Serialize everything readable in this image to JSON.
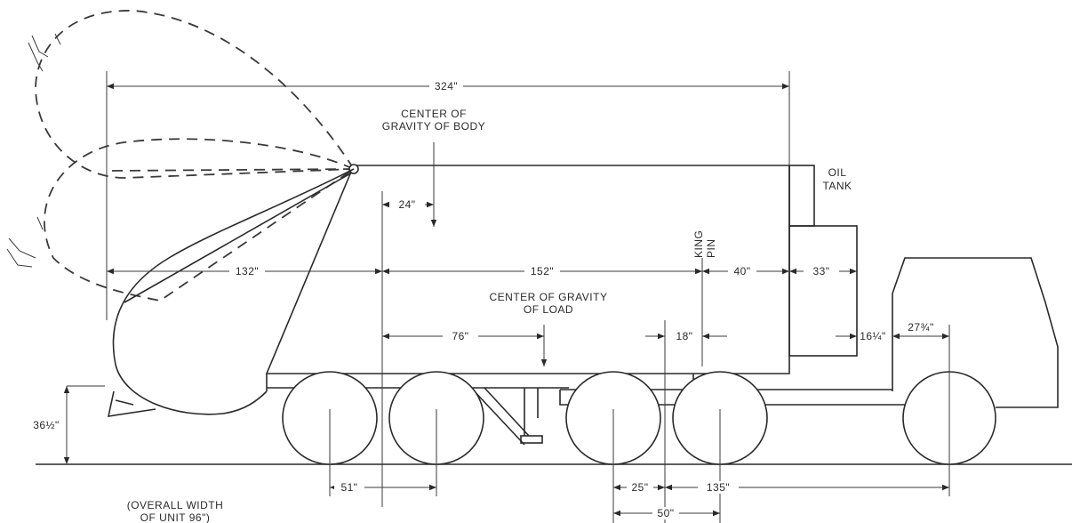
{
  "dimensions": {
    "overall_length": "324\"",
    "body_cg_offset": "24\"",
    "rear_to_body_cg": "132\"",
    "body_cg_to_king_pin": "152\"",
    "king_pin_to_tank": "40\"",
    "tank_box_width": "33\"",
    "load_cg_offset": "76\"",
    "king_pin_offset": "18\"",
    "cab_offset": "16¼\"",
    "cab_to_front_axle": "27¾\"",
    "rear_height": "36½\"",
    "rear_axle_spread": "51\"",
    "tractor_axle_spread": "25\"",
    "wheelbase": "135\"",
    "drive_span": "50\""
  },
  "labels": {
    "cg_body_line1": "CENTER OF",
    "cg_body_line2": "GRAVITY OF BODY",
    "cg_load_line1": "CENTER OF GRAVITY",
    "cg_load_line2": "OF LOAD",
    "oil_tank_line1": "OIL",
    "oil_tank_line2": "TANK",
    "king_pin_line1": "KING",
    "king_pin_line2": "PIN",
    "width_note_line1": "(OVERALL WIDTH",
    "width_note_line2": "OF UNIT 96\")"
  }
}
